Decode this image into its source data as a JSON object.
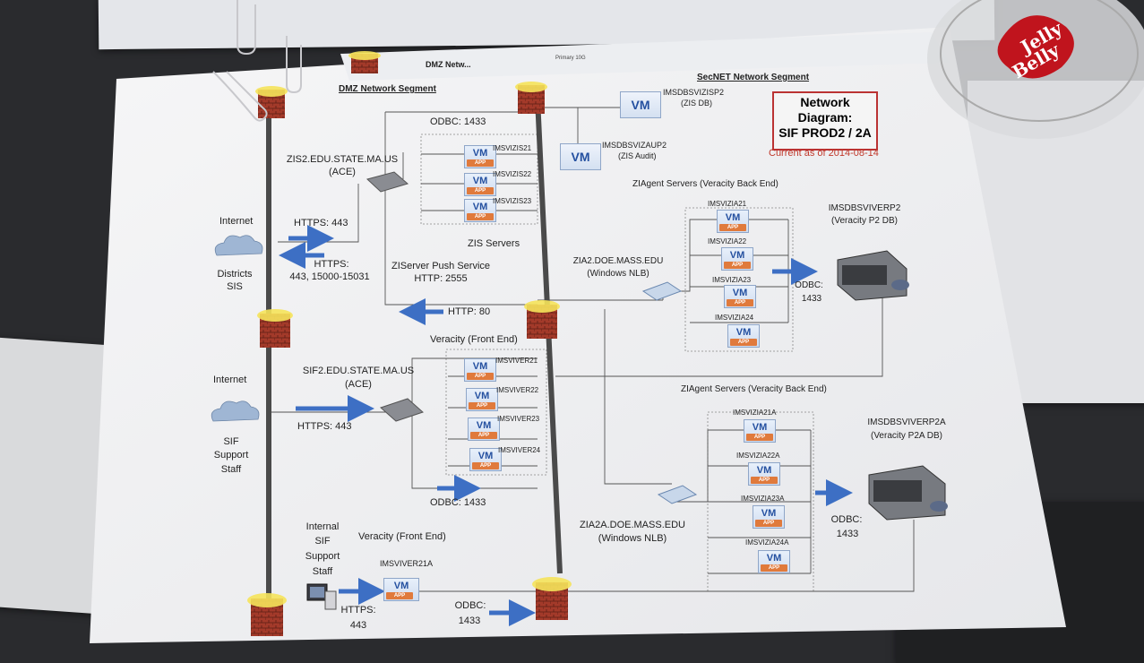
{
  "title_box": {
    "line1": "Network",
    "line2": "Diagram:",
    "line3": "SIF PROD2 / 2A"
  },
  "current_as_of": "Current as of 2014-08-14",
  "segments": {
    "dmz": "DMZ Network Segment",
    "secnet": "SecNET Network Segment",
    "dmz_behind": "DMZ Netw...",
    "primary": "Primary 10G"
  },
  "left_labels": {
    "internet1": "Internet",
    "districts_sis": [
      "Districts",
      "SIS"
    ],
    "internet2": "Internet",
    "sif_support": [
      "SIF",
      "Support",
      "Staff"
    ],
    "internal_sif": [
      "Internal",
      "SIF",
      "Support",
      "Staff"
    ]
  },
  "zis": {
    "host": "ZIS2.EDU.STATE.MA.US",
    "host_sub": "(ACE)",
    "servers_label": "ZIS Servers",
    "vms": [
      "IMSVIZIS21",
      "IMSVIZIS22",
      "IMSVIZIS23"
    ],
    "https": "HTTPS: 443",
    "https2": [
      "HTTPS:",
      "443, 15000-15031"
    ],
    "odbc": "ODBC: 1433",
    "push": [
      "ZIServer Push Service",
      "HTTP: 2555"
    ],
    "http80": "HTTP: 80"
  },
  "secnet_dbs": {
    "zis_db": {
      "name": "IMSDBSVIZISP2",
      "sub": "(ZIS DB)"
    },
    "audit": {
      "name": "IMSDBSVIZAUP2",
      "sub": "(ZIS Audit)"
    }
  },
  "ziagent_p2": {
    "label": "ZIAgent Servers (Veracity Back End)",
    "vms": [
      "IMSVIZIA21",
      "IMSVIZIA22",
      "IMSVIZIA23",
      "IMSVIZIA24"
    ],
    "nlb": [
      "ZIA2.DOE.MASS.EDU",
      "(Windows NLB)"
    ],
    "db": [
      "IMSDBSVIVERP2",
      "(Veracity P2 DB)"
    ],
    "odbc": [
      "ODBC:",
      "1433"
    ]
  },
  "veracity_fe": {
    "label": "Veracity (Front End)",
    "host": "SIF2.EDU.STATE.MA.US",
    "host_sub": "(ACE)",
    "vms": [
      "IMSVIVER21",
      "IMSVIVER22",
      "IMSVIVER23",
      "IMSVIVER24"
    ],
    "https": "HTTPS: 443",
    "odbc": "ODBC: 1433"
  },
  "ziagent_p2a": {
    "label": "ZIAgent Servers (Veracity Back End)",
    "vms": [
      "IMSVIZIA21A",
      "IMSVIZIA22A",
      "IMSVIZIA23A",
      "IMSVIZIA24A"
    ],
    "nlb": [
      "ZIA2A.DOE.MASS.EDU",
      "(Windows NLB)"
    ],
    "db": [
      "IMSDBSVIVERP2A",
      "(Veracity P2A DB)"
    ],
    "odbc": [
      "ODBC:",
      "1433"
    ]
  },
  "internal_fe": {
    "label": "Veracity (Front End)",
    "vm": "IMSVIVER21A",
    "https": [
      "HTTPS:",
      "443"
    ],
    "odbc": [
      "ODBC:",
      "1433"
    ]
  },
  "vm_text": "VM",
  "app_text": "APP",
  "jar_label": [
    "Jelly",
    "Belly"
  ],
  "colors": {
    "arrow": "#3d6fc4",
    "firewall": "#a33a2a",
    "flame": "#f5e35a",
    "title_border": "#b33333"
  }
}
